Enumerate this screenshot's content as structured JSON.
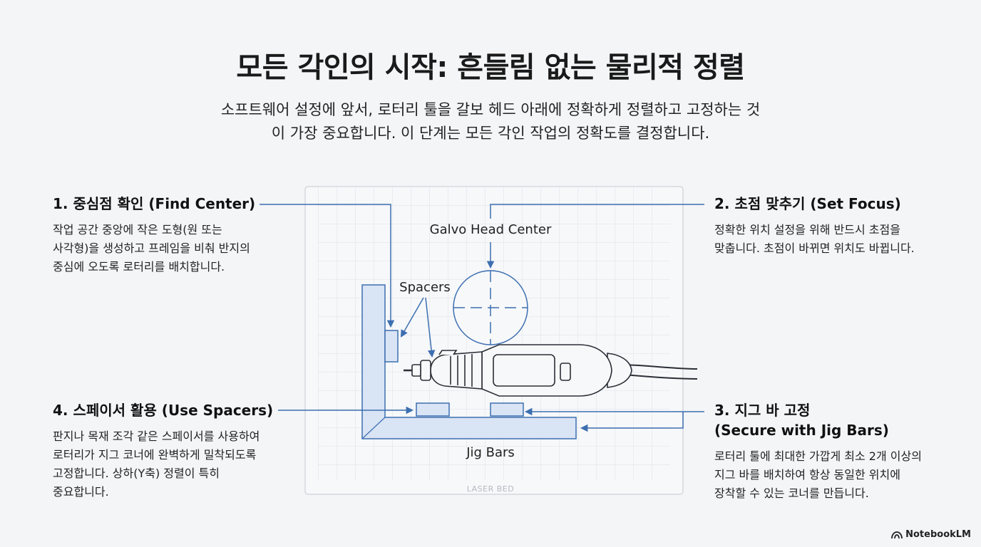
{
  "header": {
    "title": "모든 각인의 시작: 흔들림 없는 물리적 정렬",
    "subtitle_line1": "소프트웨어 설정에 앞서, 로터리 툴을 갈보 헤드 아래에 정확하게 정렬하고 고정하는 것",
    "subtitle_line2": "이 가장 중요합니다. 이 단계는 모든 각인 작업의 정확도를 결정합니다."
  },
  "steps": [
    {
      "title": "1. 중심점 확인 (Find Center)",
      "lines": [
        "작업 공간 중앙에 작은 도형(원 또는",
        "사각형)을 생성하고 프레임을 비춰 반지의",
        "중심에 오도록 로터리를 배치합니다."
      ]
    },
    {
      "title": "2. 초점 맞추기 (Set Focus)",
      "lines": [
        "정확한 위치 설정을 위해 반드시 초점을",
        "맞춥니다. 초점이 바뀌면 위치도 바뀝니다."
      ]
    },
    {
      "title_line1": "3. 지그 바 고정",
      "title_line2": "(Secure with Jig Bars)",
      "lines": [
        "로터리 툴에 최대한 가깝게 최소 2개 이상의",
        "지그 바를 배치하여 항상 동일한 위치에",
        "장착할 수 있는 코너를 만듭니다."
      ]
    },
    {
      "title": "4. 스페이서 활용 (Use Spacers)",
      "lines": [
        "판지나 목재 조각 같은 스페이서를 사용하여",
        "로터리가 지그 코너에 완벽하게 밀착되도록",
        "고정합니다. 상하(Y축) 정렬이 특히",
        "중요합니다."
      ]
    }
  ],
  "diagram": {
    "galvo_label": "Galvo Head Center",
    "spacers_label": "Spacers",
    "jig_label": "Jig Bars",
    "bed_label": "LASER BED"
  },
  "brand": {
    "name": "NotebookLM"
  },
  "colors": {
    "accent": "#3d6fb0",
    "jig_fill": "#d9e4f5",
    "grid": "#dde1e6"
  }
}
